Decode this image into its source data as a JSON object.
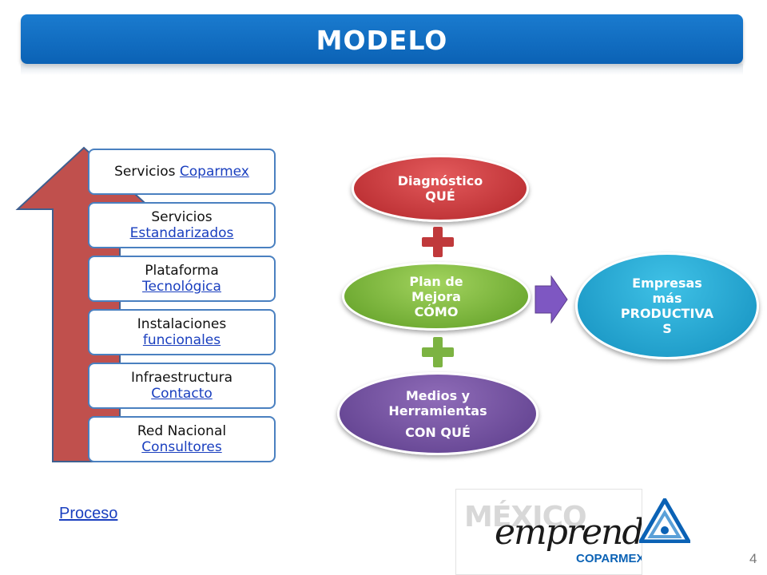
{
  "slide": {
    "title": "MODELO",
    "page_number": "4",
    "footer_link": "Proceso"
  },
  "staircase": [
    {
      "line1": "Servicios",
      "line2": "Coparmex"
    },
    {
      "line1": "Servicios",
      "line2": "Estandarizados"
    },
    {
      "line1": "Plataforma",
      "line2": "Tecnológica"
    },
    {
      "line1": "Instalaciones",
      "line2": "funcionales"
    },
    {
      "line1": "Infraestructura",
      "line2": "Contacto"
    },
    {
      "line1": "Red Nacional",
      "line2": "Consultores"
    }
  ],
  "model": {
    "diagnostico": {
      "line1": "Diagnóstico",
      "line2": "QUÉ"
    },
    "plan": {
      "line1": "Plan de",
      "line2": "Mejora",
      "line3": "CÓMO"
    },
    "medios": {
      "line1": "Medios y",
      "line2": "Herramientas",
      "line3": "CON QUÉ"
    },
    "resultado": {
      "line1": "Empresas",
      "line2": "más",
      "line3": "PRODUCTIVA",
      "line4": "S"
    }
  },
  "logo": {
    "word1": "MÉXICO",
    "word2": "emprende",
    "word3": "COPARMEX"
  },
  "colors": {
    "title_bar": "#0b62b5",
    "arrow": "#c0504d",
    "box_border": "#4a80c0",
    "diagnostico": "#c0393b",
    "plan": "#7cb342",
    "medios": "#6b4c9a",
    "resultado": "#1fa5d6",
    "plus_red": "#c0393b",
    "plus_green": "#7cb342",
    "chevron": "#7e57c2",
    "link": "#1a3fbf"
  }
}
